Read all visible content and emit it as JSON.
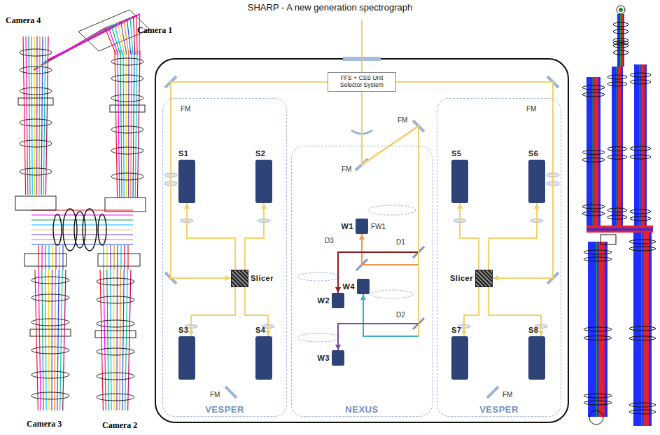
{
  "diagram": {
    "title": "SHARP - A new generation spectrograph",
    "nodes": [
      {
        "text": [
          "FFS + CSS Unit Selector System"
        ]
      },
      {
        "text": [
          "VESPER"
        ]
      },
      {
        "text": [
          "S1"
        ],
        "in": 1
      },
      {
        "text": [
          "S2"
        ],
        "in": 1
      },
      {
        "text": [
          "Slicer"
        ],
        "in": 1
      },
      {
        "text": [
          "S3"
        ],
        "in": 1
      },
      {
        "text": [
          "S4"
        ],
        "in": 1
      },
      {
        "text": [
          "NEXUS"
        ]
      },
      {
        "text": [
          "W1"
        ],
        "in": 7
      },
      {
        "text": [
          "W4"
        ],
        "in": 7
      },
      {
        "text": [
          "W2"
        ],
        "in": 7
      },
      {
        "text": [
          "W3"
        ],
        "in": 7
      },
      {
        "text": [
          "VESPER"
        ]
      },
      {
        "text": [
          "S5"
        ],
        "in": 12
      },
      {
        "text": [
          "S6"
        ],
        "in": 12
      },
      {
        "text": [
          "Slicer"
        ],
        "in": 12
      },
      {
        "text": [
          "S7"
        ],
        "in": 12
      },
      {
        "text": [
          "S8"
        ],
        "in": 12
      }
    ],
    "edges": [
      {
        "from": 0,
        "to": 4,
        "arrow": "to"
      },
      {
        "from": 0,
        "to": 15,
        "arrow": "to"
      },
      {
        "from": 4,
        "to": 2,
        "arrow": "to"
      },
      {
        "from": 4,
        "to": 3,
        "arrow": "to"
      },
      {
        "from": 4,
        "to": 5,
        "arrow": "to"
      },
      {
        "from": 4,
        "to": 6,
        "arrow": "to"
      },
      {
        "from": 15,
        "to": 13,
        "arrow": "to"
      },
      {
        "from": 15,
        "to": 14,
        "arrow": "to"
      },
      {
        "from": 15,
        "to": 16,
        "arrow": "to"
      },
      {
        "from": 15,
        "to": 17,
        "arrow": "to"
      },
      {
        "from": 0,
        "to": 8,
        "arrow": "to"
      },
      {
        "from": 0,
        "to": 10,
        "arrow": "to"
      },
      {
        "from": 0,
        "to": 9,
        "arrow": "to"
      },
      {
        "from": 0,
        "to": 11,
        "arrow": "to"
      }
    ],
    "labels": [
      "Camera 4",
      "Camera 1",
      "Camera 3",
      "Camera 2",
      "FM",
      "FM",
      "FM",
      "FM",
      "D3",
      "D1",
      "FW1",
      "D2",
      "FM",
      "FM"
    ]
  }
}
